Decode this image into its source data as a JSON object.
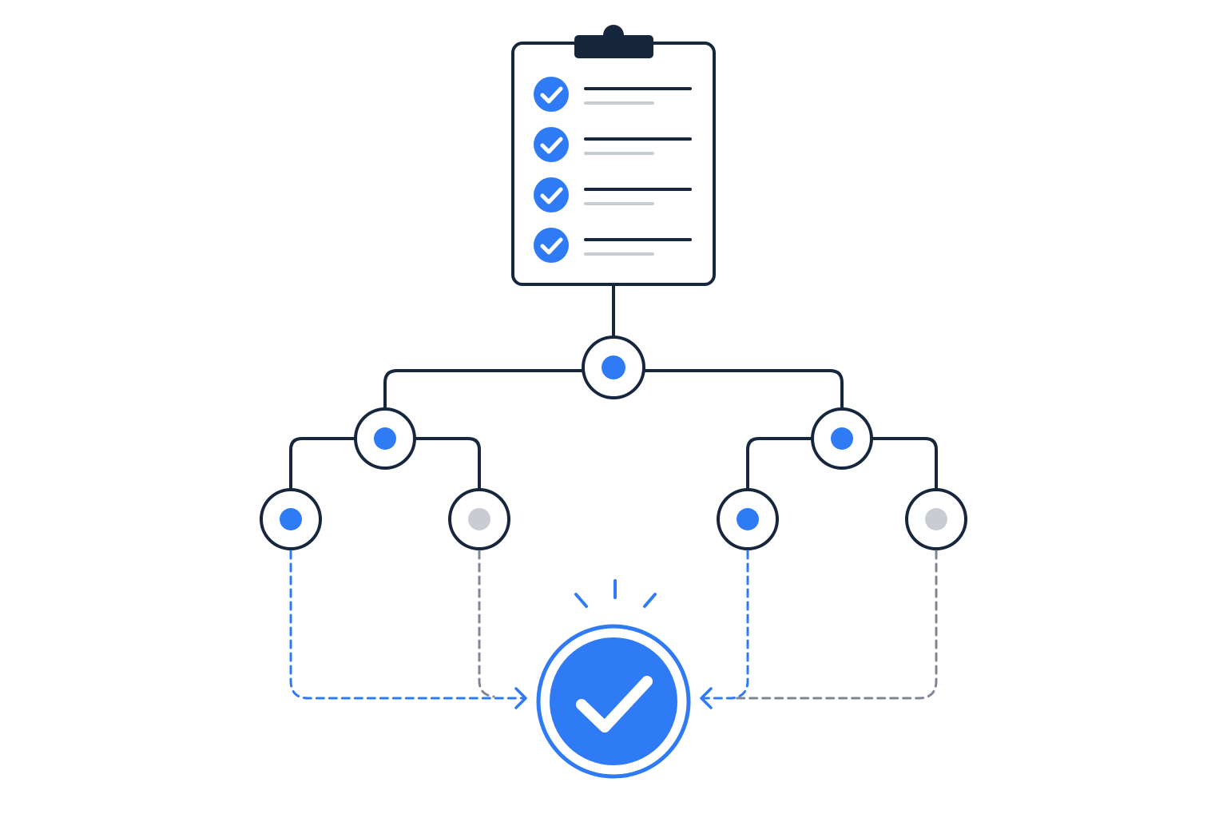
{
  "colors": {
    "background": "#ffffff",
    "outline": "#16263d",
    "accent": "#2f7bf6",
    "muted_line": "#c8ccd4",
    "inactive_dot": "#c9ccd3",
    "dashed_muted": "#7f8796"
  },
  "checklist": {
    "items": [
      {
        "checked": true
      },
      {
        "checked": true
      },
      {
        "checked": true
      },
      {
        "checked": true
      }
    ]
  },
  "tree": {
    "root": {
      "state": "active"
    },
    "branches": [
      {
        "state": "active",
        "leaves": [
          {
            "state": "active"
          },
          {
            "state": "inactive"
          }
        ]
      },
      {
        "state": "active",
        "leaves": [
          {
            "state": "active"
          },
          {
            "state": "inactive"
          }
        ]
      }
    ]
  },
  "result": {
    "icon": "check-circle-icon",
    "state": "success"
  }
}
